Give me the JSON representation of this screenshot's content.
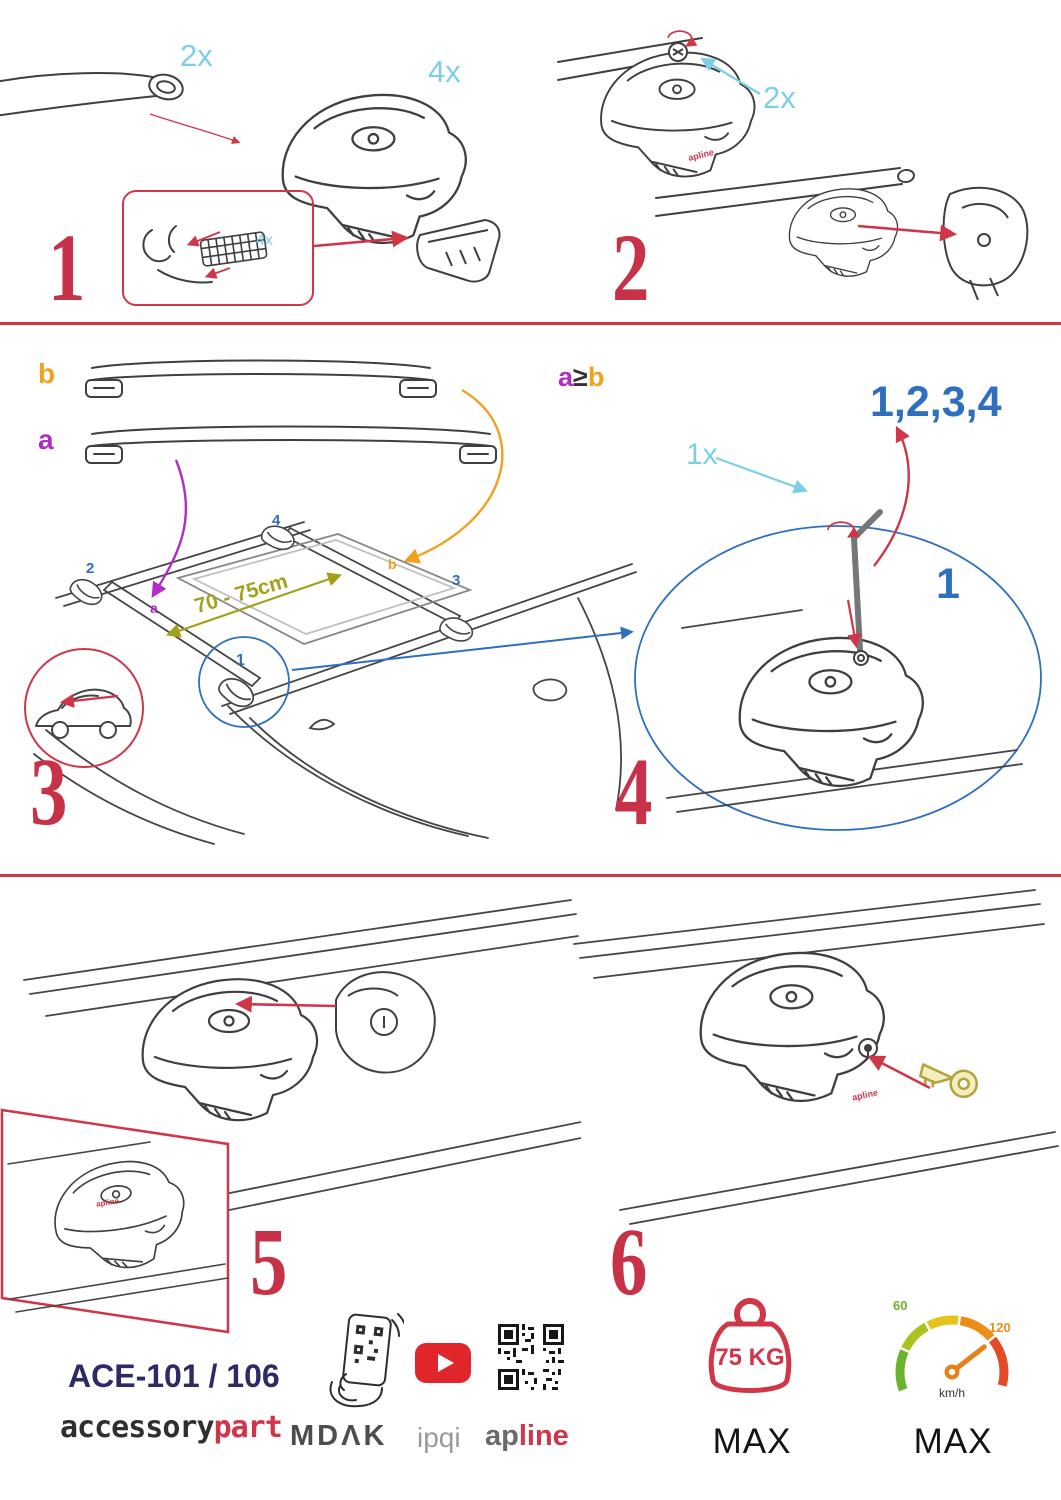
{
  "steps": {
    "s1": {
      "num": "1",
      "bar_qty": "2x",
      "foot_qty": "4x",
      "pad_qty": "4x"
    },
    "s2": {
      "num": "2",
      "bolt_qty": "2x"
    },
    "s3": {
      "num": "3",
      "bar_b": "b",
      "bar_a": "a",
      "pos1": "1",
      "pos2": "2",
      "pos3": "3",
      "pos4": "4",
      "roof_a": "a",
      "roof_b": "b",
      "span": "70 - 75cm"
    },
    "s4": {
      "num": "4",
      "cond_a": "a",
      "cond_op": "≥",
      "cond_b": "b",
      "seq": "1,2,3,4",
      "tool_qty": "1x",
      "pos1": "1"
    },
    "s5": {
      "num": "5"
    },
    "s6": {
      "num": "6"
    }
  },
  "misc": {
    "brand_small": "apline"
  },
  "footer": {
    "model": "ACE-101 / 106",
    "brand_gray": "accessory",
    "brand_red": "part",
    "mdak": "MDΛK",
    "ipqi": "ipqi",
    "ap_prefix": "ap",
    "ap_suffix": "line",
    "weight": "75 KG",
    "weight_max": "MAX",
    "speed_min": "60",
    "speed_high": "120",
    "speed_unit": "km/h",
    "speed_max_label": "MAX"
  },
  "icons": {
    "phone_qr": "phone-qr-icon",
    "youtube": "youtube-play-icon",
    "qr": "qr-code",
    "weight": "max-weight-icon",
    "speedometer": "max-speed-icon"
  },
  "colors": {
    "red": "#cf3648",
    "cyan": "#7ccfe6",
    "blue": "#2e6fc0",
    "purple": "#b02cc4",
    "orange": "#f0a11e",
    "olive": "#a3a01b",
    "navy": "#2d2a68"
  }
}
